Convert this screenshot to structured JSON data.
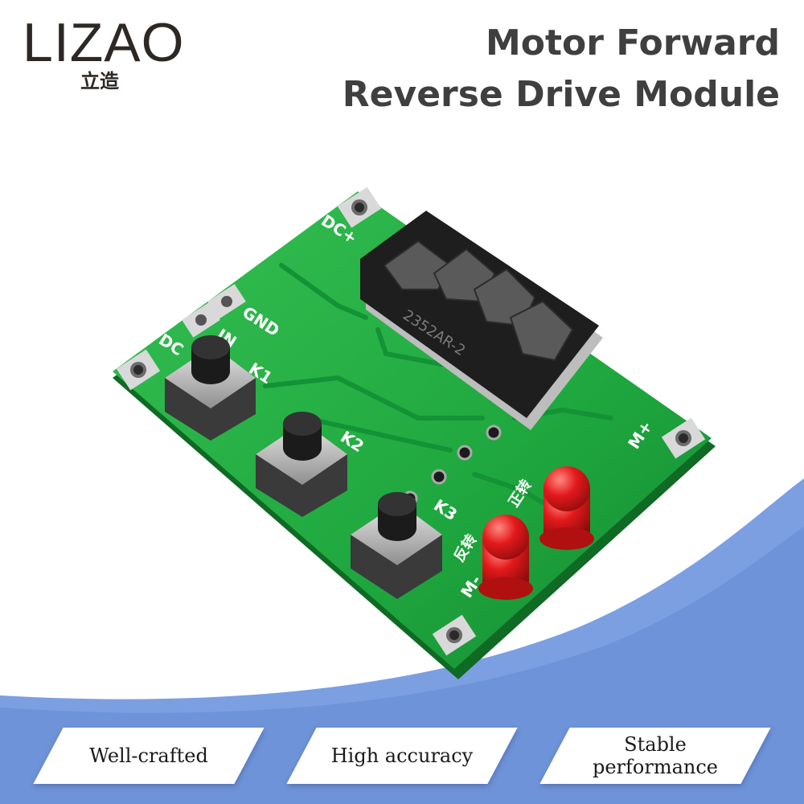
{
  "brand": {
    "name": "LIZAO",
    "subtitle": "立造"
  },
  "headline": {
    "line1": "Motor Forward",
    "line2": "Reverse Drive Module"
  },
  "board": {
    "display_code": "2352AR-2",
    "labels": {
      "dc_plus": "DC+",
      "gnd": "GND",
      "in": "IN",
      "dc": "DC",
      "k1": "K1",
      "k2": "K2",
      "k3": "K3",
      "m_plus": "M+",
      "m_minus": "M-",
      "zheng": "正转",
      "fan": "反转"
    }
  },
  "features": [
    {
      "label": "Well-crafted"
    },
    {
      "label": "High accuracy"
    },
    {
      "label": "Stable performance"
    }
  ],
  "colors": {
    "pcb": "#1fa83f",
    "background_blue": "#7b9fe0",
    "led": "#e3191c",
    "text_dark": "#3f3f3f"
  }
}
